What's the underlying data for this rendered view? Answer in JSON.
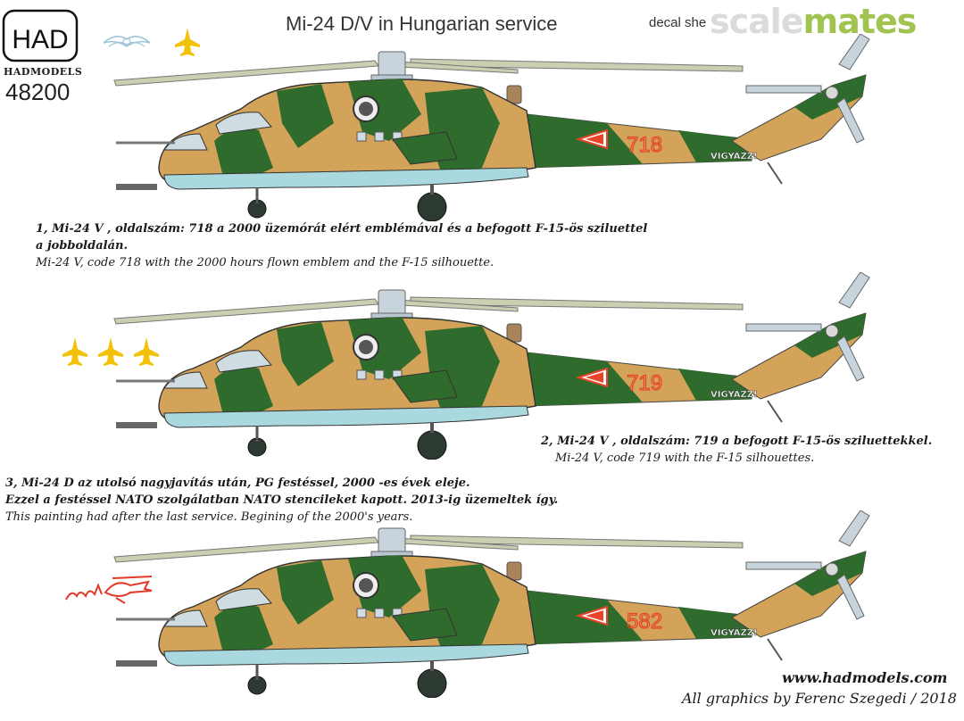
{
  "header": {
    "title": "Mi-24 D/V in Hungarian service",
    "decal_label": "decal she",
    "watermark_part1": "scale",
    "watermark_part2": "mates"
  },
  "logo": {
    "name": "HADMODELS",
    "number": "48200"
  },
  "profiles": [
    {
      "side_number": "718",
      "fin_text": "VIGYÁZZ!",
      "caption_hu_1": "1, Mi-24 V , oldalszám: 718  a 2000 üzemórát elért emblémával és a befogott F-15-ös sziluettel",
      "caption_hu_2": "a jobboldalán.",
      "caption_en": "Mi-24 V, code 718 with the 2000 hours flown emblem and the F-15 silhouette."
    },
    {
      "side_number": "719",
      "fin_text": "VIGYÁZZ!",
      "caption_hu_1": "2, Mi-24 V , oldalszám: 719  a befogott F-15-ös sziluettekkel.",
      "caption_en": "Mi-24 V, code 719 with the F-15 silhouettes."
    },
    {
      "side_number": "582",
      "fin_text": "VIGYÁZZ!",
      "caption_hu_1": "3, Mi-24 D az utolsó nagyjavítás után, PG festéssel, 2000 -es évek eleje.",
      "caption_hu_2": "Ezzel a festéssel NATO szolgálatban NATO stencileket kapott. 2013-ig üzemeltek így.",
      "caption_en": " This painting had after the last service. Begining of the 2000's years."
    }
  ],
  "footer": {
    "website": "www.hadmodels.com",
    "credits": "All graphics by Ferenc Szegedi  / 2018"
  },
  "colors": {
    "camo_tan": "#d4a35a",
    "camo_green": "#2f6b2c",
    "underside": "#a9d8de",
    "star_yellow": "#f2c20a",
    "number_red": "#e8442a"
  }
}
